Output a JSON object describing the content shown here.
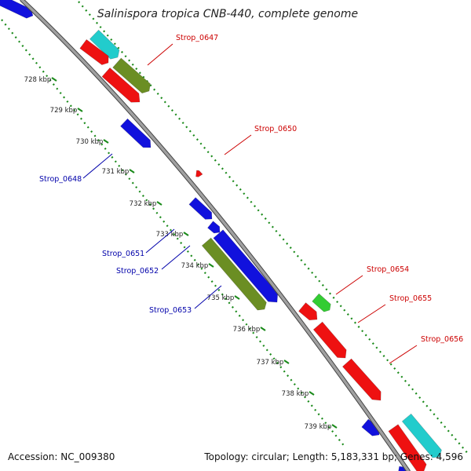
{
  "title": "Salinispora tropica CNB-440, complete genome",
  "footer": {
    "accession": "Accession: NC_009380",
    "topology": "Topology: circular; Length: 5,183,331 bp; Genes: 4,596"
  },
  "kbp_ticks": [
    "728 kbp",
    "729 kbp",
    "730 kbp",
    "731 kbp",
    "732 kbp",
    "733 kbp",
    "734 kbp",
    "735 kbp",
    "736 kbp",
    "737 kbp",
    "738 kbp",
    "739 kbp"
  ],
  "gene_labels": {
    "forward": [
      "Strop_0647",
      "Strop_0650",
      "Strop_0654",
      "Strop_0655",
      "Strop_0656"
    ],
    "reverse": [
      "Strop_0648",
      "Strop_0651",
      "Strop_0652",
      "Strop_0653"
    ]
  },
  "colors": {
    "backbone": "#8a8a8a",
    "forward_label": "#cc0000",
    "reverse_label": "#0000aa",
    "red_gene": "#ee1111",
    "blue_gene": "#1111dd",
    "olive_gene": "#6b8e23",
    "cyan_gene": "#22cccc",
    "green_gene": "#33cc33",
    "dotted_track": "#1a8a1a"
  }
}
